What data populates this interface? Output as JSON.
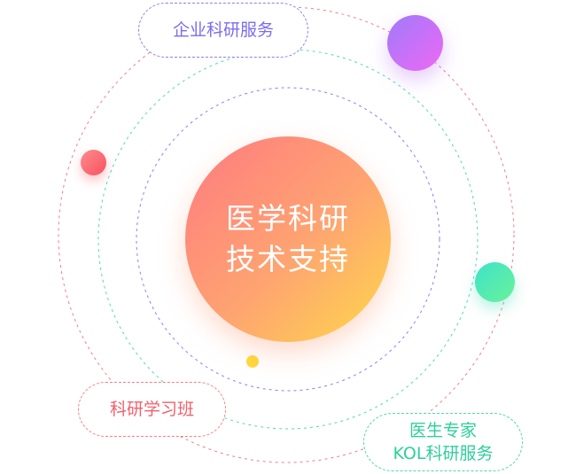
{
  "center": {
    "line1": "医学科研",
    "line2": "技术支持"
  },
  "labels": {
    "enterprise_service": "企业科研服务",
    "research_class": "科研学习班",
    "kol_line1": "医生专家",
    "kol_line2": "KOL科研服务"
  },
  "colors": {
    "center_gradient": [
      "#fd7a80",
      "#fea471",
      "#ffd84a"
    ],
    "purple_dot": [
      "#9f7bfa",
      "#ee68f5"
    ],
    "red_dot": [
      "#fd8c8e",
      "#f8515e"
    ],
    "teal_dot": [
      "#3ee2c9",
      "#6af29a"
    ],
    "yellow_dot": "#ffd83c",
    "purple_text": "#7a6cf0",
    "red_text": "#f2606c",
    "green_text": "#2fce9b"
  }
}
